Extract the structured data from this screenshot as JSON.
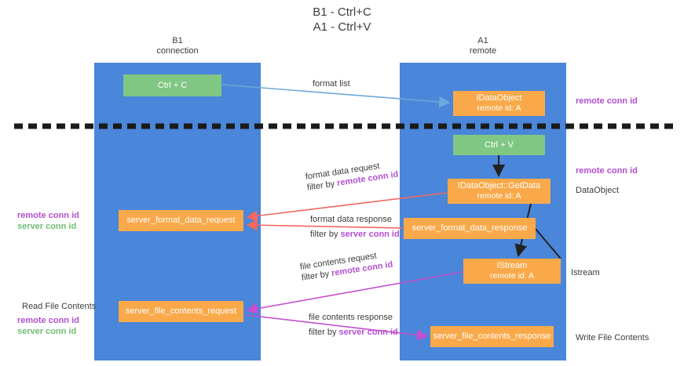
{
  "title": "B1 - Ctrl+C\nA1 - Ctrl+V",
  "title_line1": "B1 - Ctrl+C",
  "title_line2": "A1 - Ctrl+V",
  "lanes": [
    {
      "id": "b1",
      "name": "B1",
      "subtitle": "connection",
      "color": "#4a86d9"
    },
    {
      "id": "a1",
      "name": "A1",
      "subtitle": "remote",
      "color": "#4a86d9"
    }
  ],
  "nodes": [
    {
      "id": "ctrl-c",
      "lane": "b1",
      "line1": "Ctrl + C",
      "line2": "",
      "color": "#81c784"
    },
    {
      "id": "idataobject",
      "lane": "a1",
      "line1": "IDataObject",
      "line2": "remote id: A",
      "color": "#f9a94a"
    },
    {
      "id": "ctrl-v",
      "lane": "a1",
      "line1": "Ctrl + V",
      "line2": "",
      "color": "#81c784"
    },
    {
      "id": "getdata",
      "lane": "a1",
      "line1": "IDataObject::GetData",
      "line2": "remote id: A",
      "color": "#f9a94a"
    },
    {
      "id": "server-format-data-request",
      "lane": "b1",
      "line1": "server_format_data_request",
      "line2": "",
      "color": "#f9a94a"
    },
    {
      "id": "server-format-data-response",
      "lane": "a1",
      "line1": "server_format_data_response",
      "line2": "",
      "color": "#f9a94a"
    },
    {
      "id": "istream",
      "lane": "a1",
      "line1": "IStream",
      "line2": "remote id: A",
      "color": "#f9a94a"
    },
    {
      "id": "server-file-contents-request",
      "lane": "b1",
      "line1": "server_file_contents_request",
      "line2": "",
      "color": "#f9a94a"
    },
    {
      "id": "server-file-contents-response",
      "lane": "a1",
      "line1": "server_file_contents_response",
      "line2": "",
      "color": "#f9a94a"
    }
  ],
  "edge_labels": {
    "format_list": "format list",
    "format_data_request": {
      "line1": "format data request",
      "filter_prefix": "filter by ",
      "filter_value": "remote conn id"
    },
    "format_data_response": {
      "line1": "format data response",
      "filter_prefix": "filter by ",
      "filter_value": "server conn id"
    },
    "file_contents_request": {
      "line1": "file contents request",
      "filter_prefix": "filter by ",
      "filter_value": "remote conn id"
    },
    "file_contents_response": {
      "line1": "file contents response",
      "filter_prefix": "filter by ",
      "filter_value": "server conn id"
    }
  },
  "right_annotations": {
    "remote_conn_id_top": "remote conn id",
    "remote_conn_id_mid": "remote conn id",
    "data_object": "DataObject",
    "istream": "Istream",
    "write_file_contents": "Write File Contents"
  },
  "left_annotations": {
    "remote_conn_id_1": "remote conn id",
    "server_conn_id_1": "server conn id",
    "read_file_contents": "Read File Contents",
    "remote_conn_id_2": "remote conn id",
    "server_conn_id_2": "server conn id"
  },
  "colors": {
    "lane": "#4a86d9",
    "green_node": "#81c784",
    "orange_node": "#f9a94a",
    "purple_text": "#b34fd0",
    "green_text": "#6fbf73",
    "red_arrow": "#f4685f",
    "magenta_arrow": "#c44fd0",
    "blue_arrow": "#6fa8dc",
    "black_arrow": "#222222",
    "divider": "#1a1a1a",
    "background": "#ffffff"
  }
}
